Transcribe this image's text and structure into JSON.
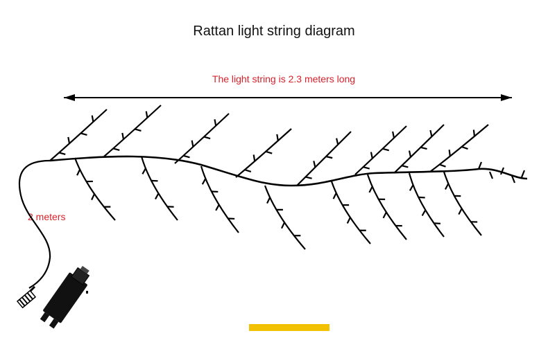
{
  "title": "Rattan light string diagram",
  "length_label": "The light string is 2.3 meters long",
  "lead_label": "2 meters",
  "colors": {
    "annotation": "#d8202a",
    "line": "#000000",
    "accent_bar": "#f2c200"
  }
}
